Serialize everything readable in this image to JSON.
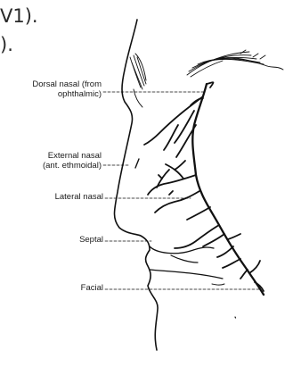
{
  "page_text": {
    "line1": "V1).",
    "line2": ")."
  },
  "labels": {
    "dorsal_nasal": {
      "line1": "Dorsal nasal (from",
      "line2": "ophthalmic)"
    },
    "external_nasal": {
      "line1": "External nasal",
      "line2": "(ant. ethmoidal)"
    },
    "lateral_nasal": "Lateral nasal",
    "septal": "Septal",
    "facial": "Facial"
  }
}
